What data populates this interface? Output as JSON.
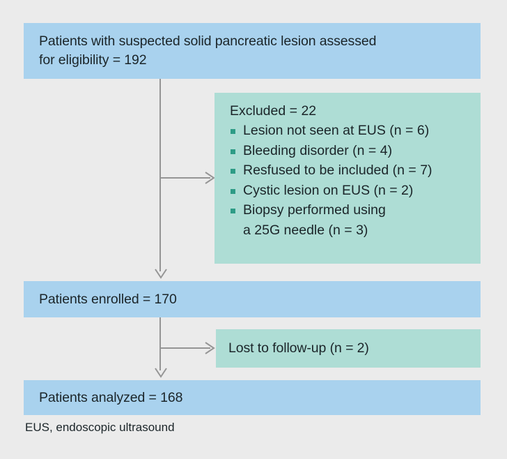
{
  "diagram": {
    "title": "CONSORT-style patient flow diagram",
    "colors": {
      "background": "#ebebeb",
      "box_blue": "#a9d2ee",
      "box_green": "#aeddd5",
      "text": "#1b2529",
      "bullet": "#2e9c86",
      "connector": "#959595"
    },
    "nodes": {
      "assessed": {
        "label": "Patients with suspected solid pancreatic lesion assessed\nfor eligibility = 192",
        "count": 192,
        "color": "blue"
      },
      "excluded": {
        "title": "Excluded = 22",
        "count": 22,
        "color": "green",
        "reasons": [
          {
            "label": "Lesion not seen at EUS (n = 6)",
            "n": 6
          },
          {
            "label": "Bleeding disorder (n = 4)",
            "n": 4
          },
          {
            "label": "Resfused to be included (n = 7)",
            "n": 7
          },
          {
            "label": "Cystic lesion on EUS (n = 2)",
            "n": 2
          },
          {
            "label": "Biopsy performed using\na 25G needle (n = 3)",
            "n": 3
          }
        ]
      },
      "enrolled": {
        "label": "Patients enrolled = 170",
        "count": 170,
        "color": "blue"
      },
      "lost": {
        "label": "Lost to follow-up (n = 2)",
        "count": 2,
        "color": "green"
      },
      "analyzed": {
        "label": "Patients analyzed = 168",
        "count": 168,
        "color": "blue"
      }
    },
    "footnote": "EUS, endoscopic ultrasound"
  }
}
